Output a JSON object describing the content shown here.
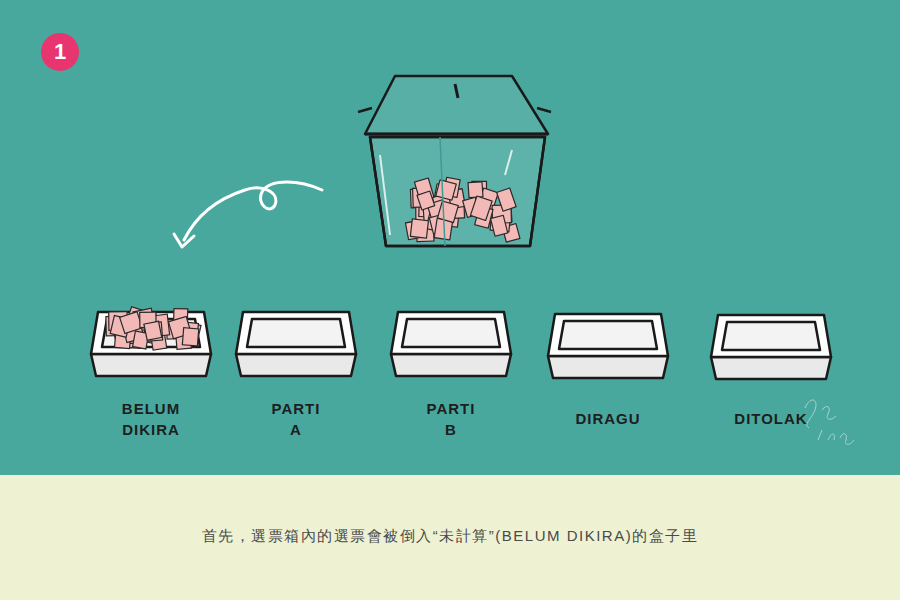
{
  "diagram": {
    "caption": "首先，選票箱內的選票會被倒入“未計算”(BELUM DIKIRA)的盒子里",
    "nodes": [
      {
        "text": [
          "BELUM DIKIRA"
        ]
      },
      {
        "text": [
          "PARTI A"
        ]
      },
      {
        "text": [
          "PARTI B"
        ]
      },
      {
        "text": [
          "DIRAGU"
        ]
      },
      {
        "text": [
          "DITOLAK"
        ]
      }
    ],
    "labels": [
      "1"
    ]
  }
}
